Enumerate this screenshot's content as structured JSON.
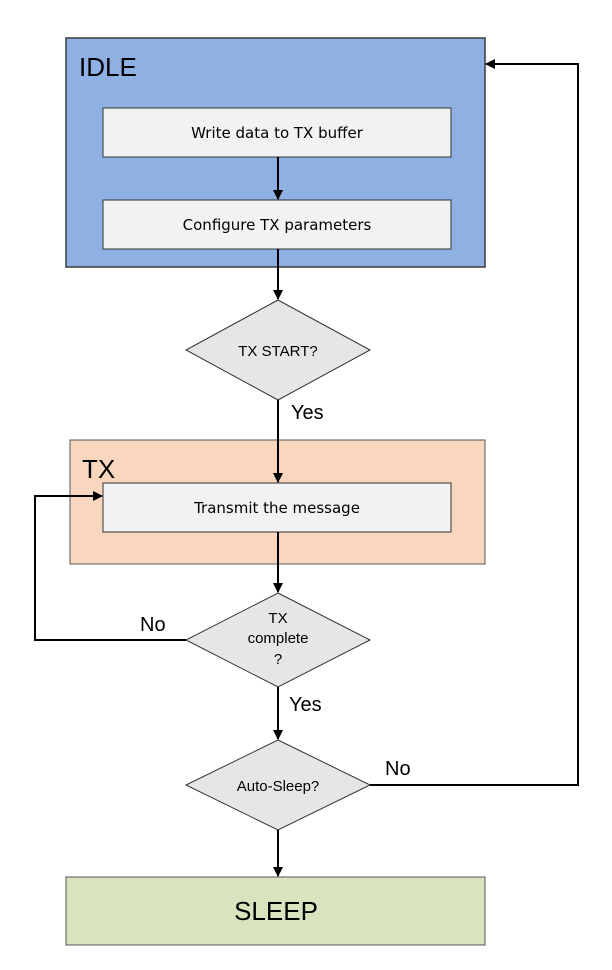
{
  "colors": {
    "idle_fill": "#8FB0E3",
    "tx_fill": "#F9D6BE",
    "sleep_fill": "#D8E4BE",
    "process_fill": "#F2F2F2",
    "decision_fill": "#E6E6E6",
    "line": "#000000"
  },
  "states": {
    "idle": "IDLE",
    "tx": "TX",
    "sleep": "SLEEP"
  },
  "processes": {
    "write_data": "Write data to TX buffer",
    "configure": "Configure TX parameters",
    "transmit": "Transmit the message"
  },
  "decisions": {
    "tx_start": "TX START?",
    "tx_complete_line1": "TX",
    "tx_complete_line2": "complete",
    "tx_complete_line3": "?",
    "auto_sleep": "Auto-Sleep?"
  },
  "edge_labels": {
    "start_yes": "Yes",
    "complete_no": "No",
    "complete_yes": "Yes",
    "sleep_no": "No"
  }
}
